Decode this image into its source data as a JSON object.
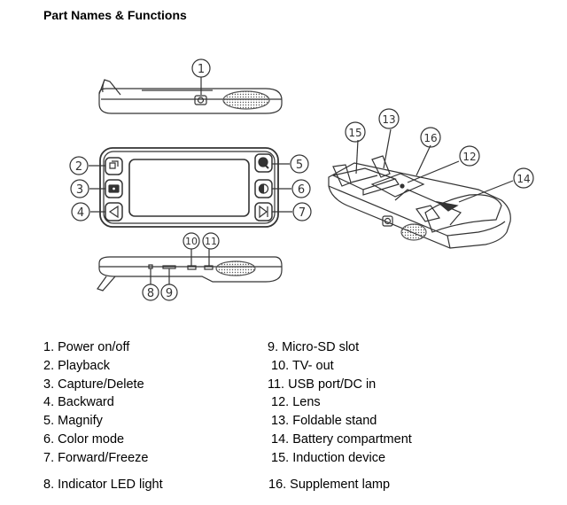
{
  "title": "Part Names & Functions",
  "callouts": {
    "c1": "1",
    "c2": "2",
    "c3": "3",
    "c4": "4",
    "c5": "5",
    "c6": "6",
    "c7": "7",
    "c8": "8",
    "c9": "9",
    "c10": "10",
    "c11": "11",
    "c12": "12",
    "c13": "13",
    "c14": "14",
    "c15": "15",
    "c16": "16"
  },
  "left_list": [
    "1. Power on/off",
    "2. Playback",
    "3. Capture/Delete",
    "4. Backward",
    "5. Magnify",
    "6. Color mode",
    "7. Forward/Freeze"
  ],
  "right_list": [
    "9. Micro-SD slot",
    " 10. TV- out",
    "11. USB port/DC in",
    " 12. Lens",
    " 13. Foldable stand",
    " 14. Battery compartment",
    " 15. Induction device"
  ],
  "left_last": "8. Indicator LED light",
  "right_last": "16. Supplement lamp"
}
